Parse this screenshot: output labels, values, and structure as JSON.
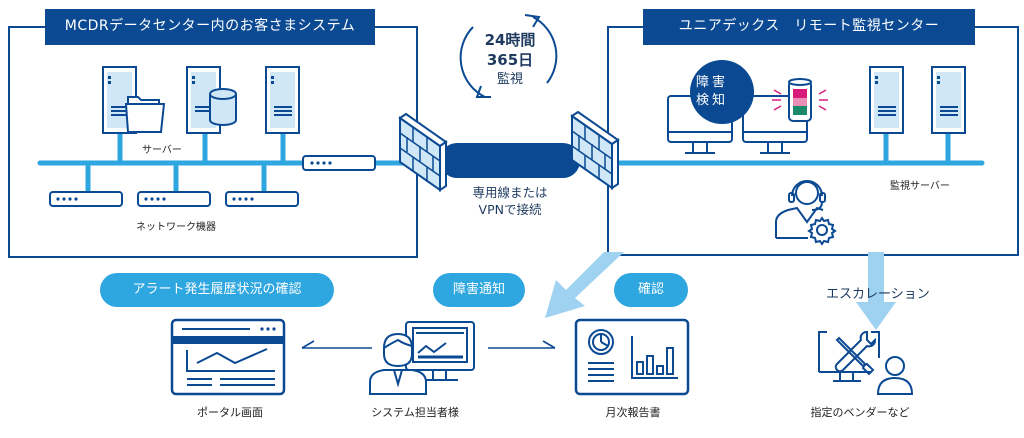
{
  "customer_panel": {
    "title": "MCDRデータセンター内のお客さまシステム",
    "server_label": "サーバー",
    "network_label": "ネットワーク機器"
  },
  "monitoring_panel": {
    "title": "ユニアデックス　リモート監視センター",
    "detection_badge": [
      "障害",
      "検知"
    ],
    "server_label": "監視サーバー"
  },
  "cycle_badge": {
    "line1": "24時間",
    "line2": "365日",
    "line3": "監視"
  },
  "connection": {
    "line1": "専用線または",
    "line2": "VPNで接続"
  },
  "flow": {
    "alert_history_pill": "アラート発生履歴状況の確認",
    "failure_notice_pill": "障害通知",
    "confirm_pill": "確認",
    "escalation_label": "エスカレーション"
  },
  "actors": {
    "portal": "ポータル画面",
    "system_admin": "システム担当者様",
    "monthly_report": "月次報告書",
    "vendor": "指定のベンダーなど"
  },
  "colors": {
    "navy": "#0b4a93",
    "light_blue": "#2ea6df",
    "pale_blue": "#cfe7f7",
    "arrow_blue": "#9fd2f1",
    "alert_magenta": "#d81b7a",
    "alert_pink": "#e98fb5",
    "alert_green": "#1a8a6b"
  }
}
